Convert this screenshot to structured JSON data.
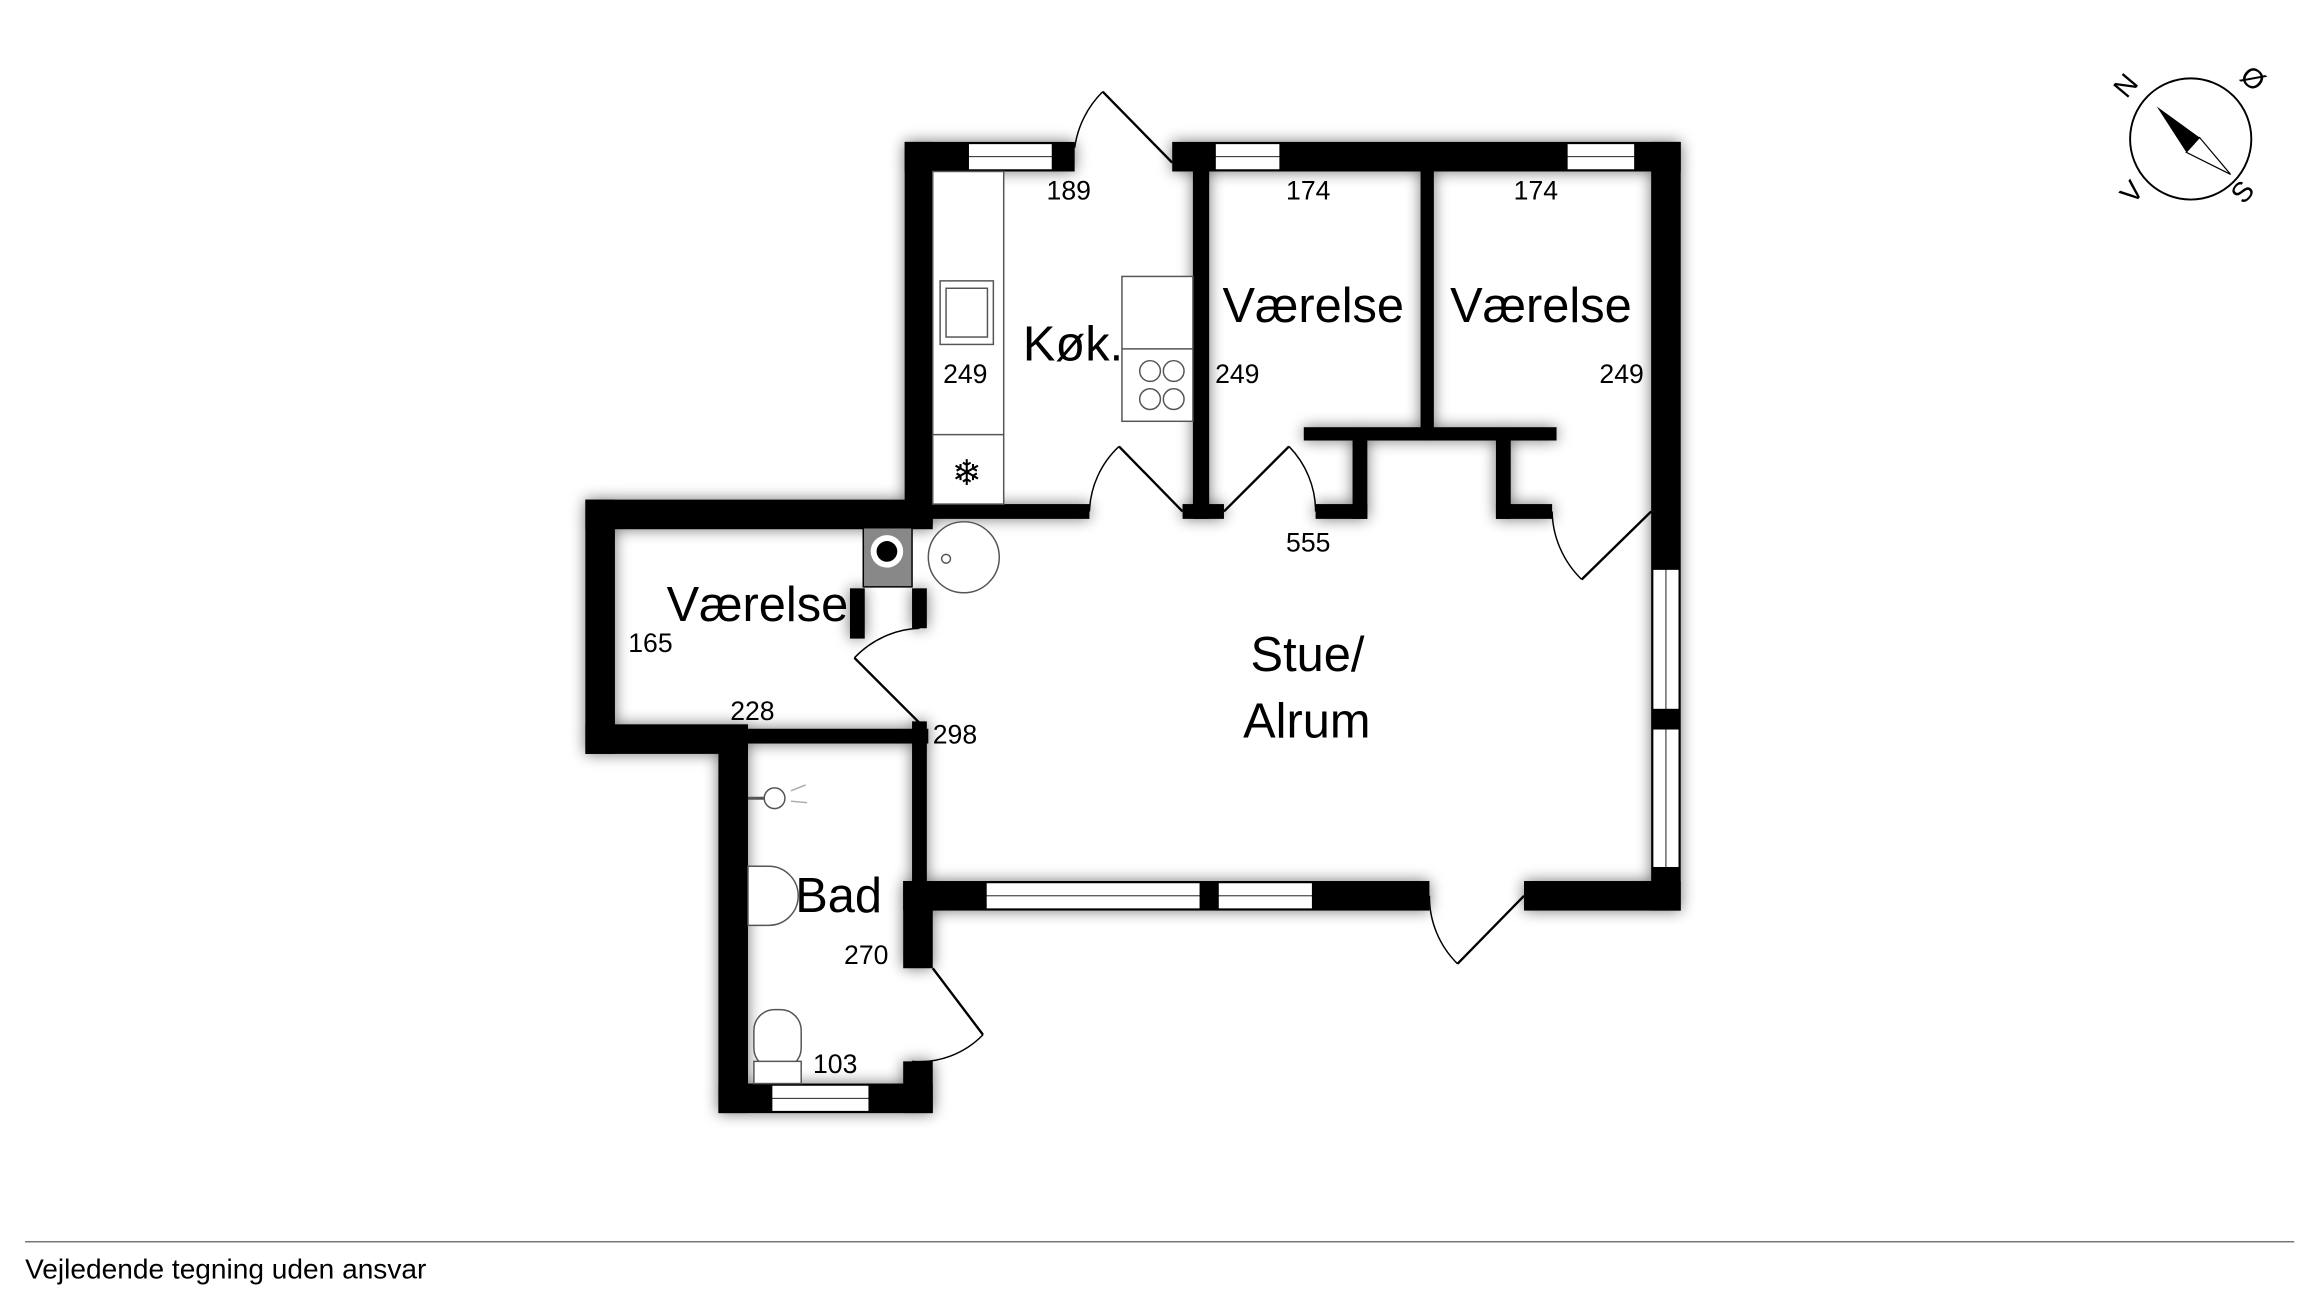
{
  "rooms": {
    "kitchen": {
      "name": "Køk.",
      "dim_width": "189",
      "dim_length": "249"
    },
    "bedroom_1": {
      "name": "Værelse",
      "dim_width": "174",
      "dim_length": "249"
    },
    "bedroom_2": {
      "name": "Værelse",
      "dim_width": "174",
      "dim_length": "249"
    },
    "bedroom_3": {
      "name": "Værelse",
      "dim_length": "165",
      "dim_width": "228"
    },
    "living": {
      "name_line1": "Stue/",
      "name_line2": "Alrum",
      "dim_width": "555",
      "dim_length": "298"
    },
    "bath": {
      "name": "Bad",
      "dim_length": "270",
      "dim_width": "103"
    }
  },
  "compass": {
    "north": "N",
    "east": "Ø",
    "south": "S",
    "west": "V"
  },
  "footer": {
    "disclaimer": "Vejledende tegning uden ansvar"
  }
}
